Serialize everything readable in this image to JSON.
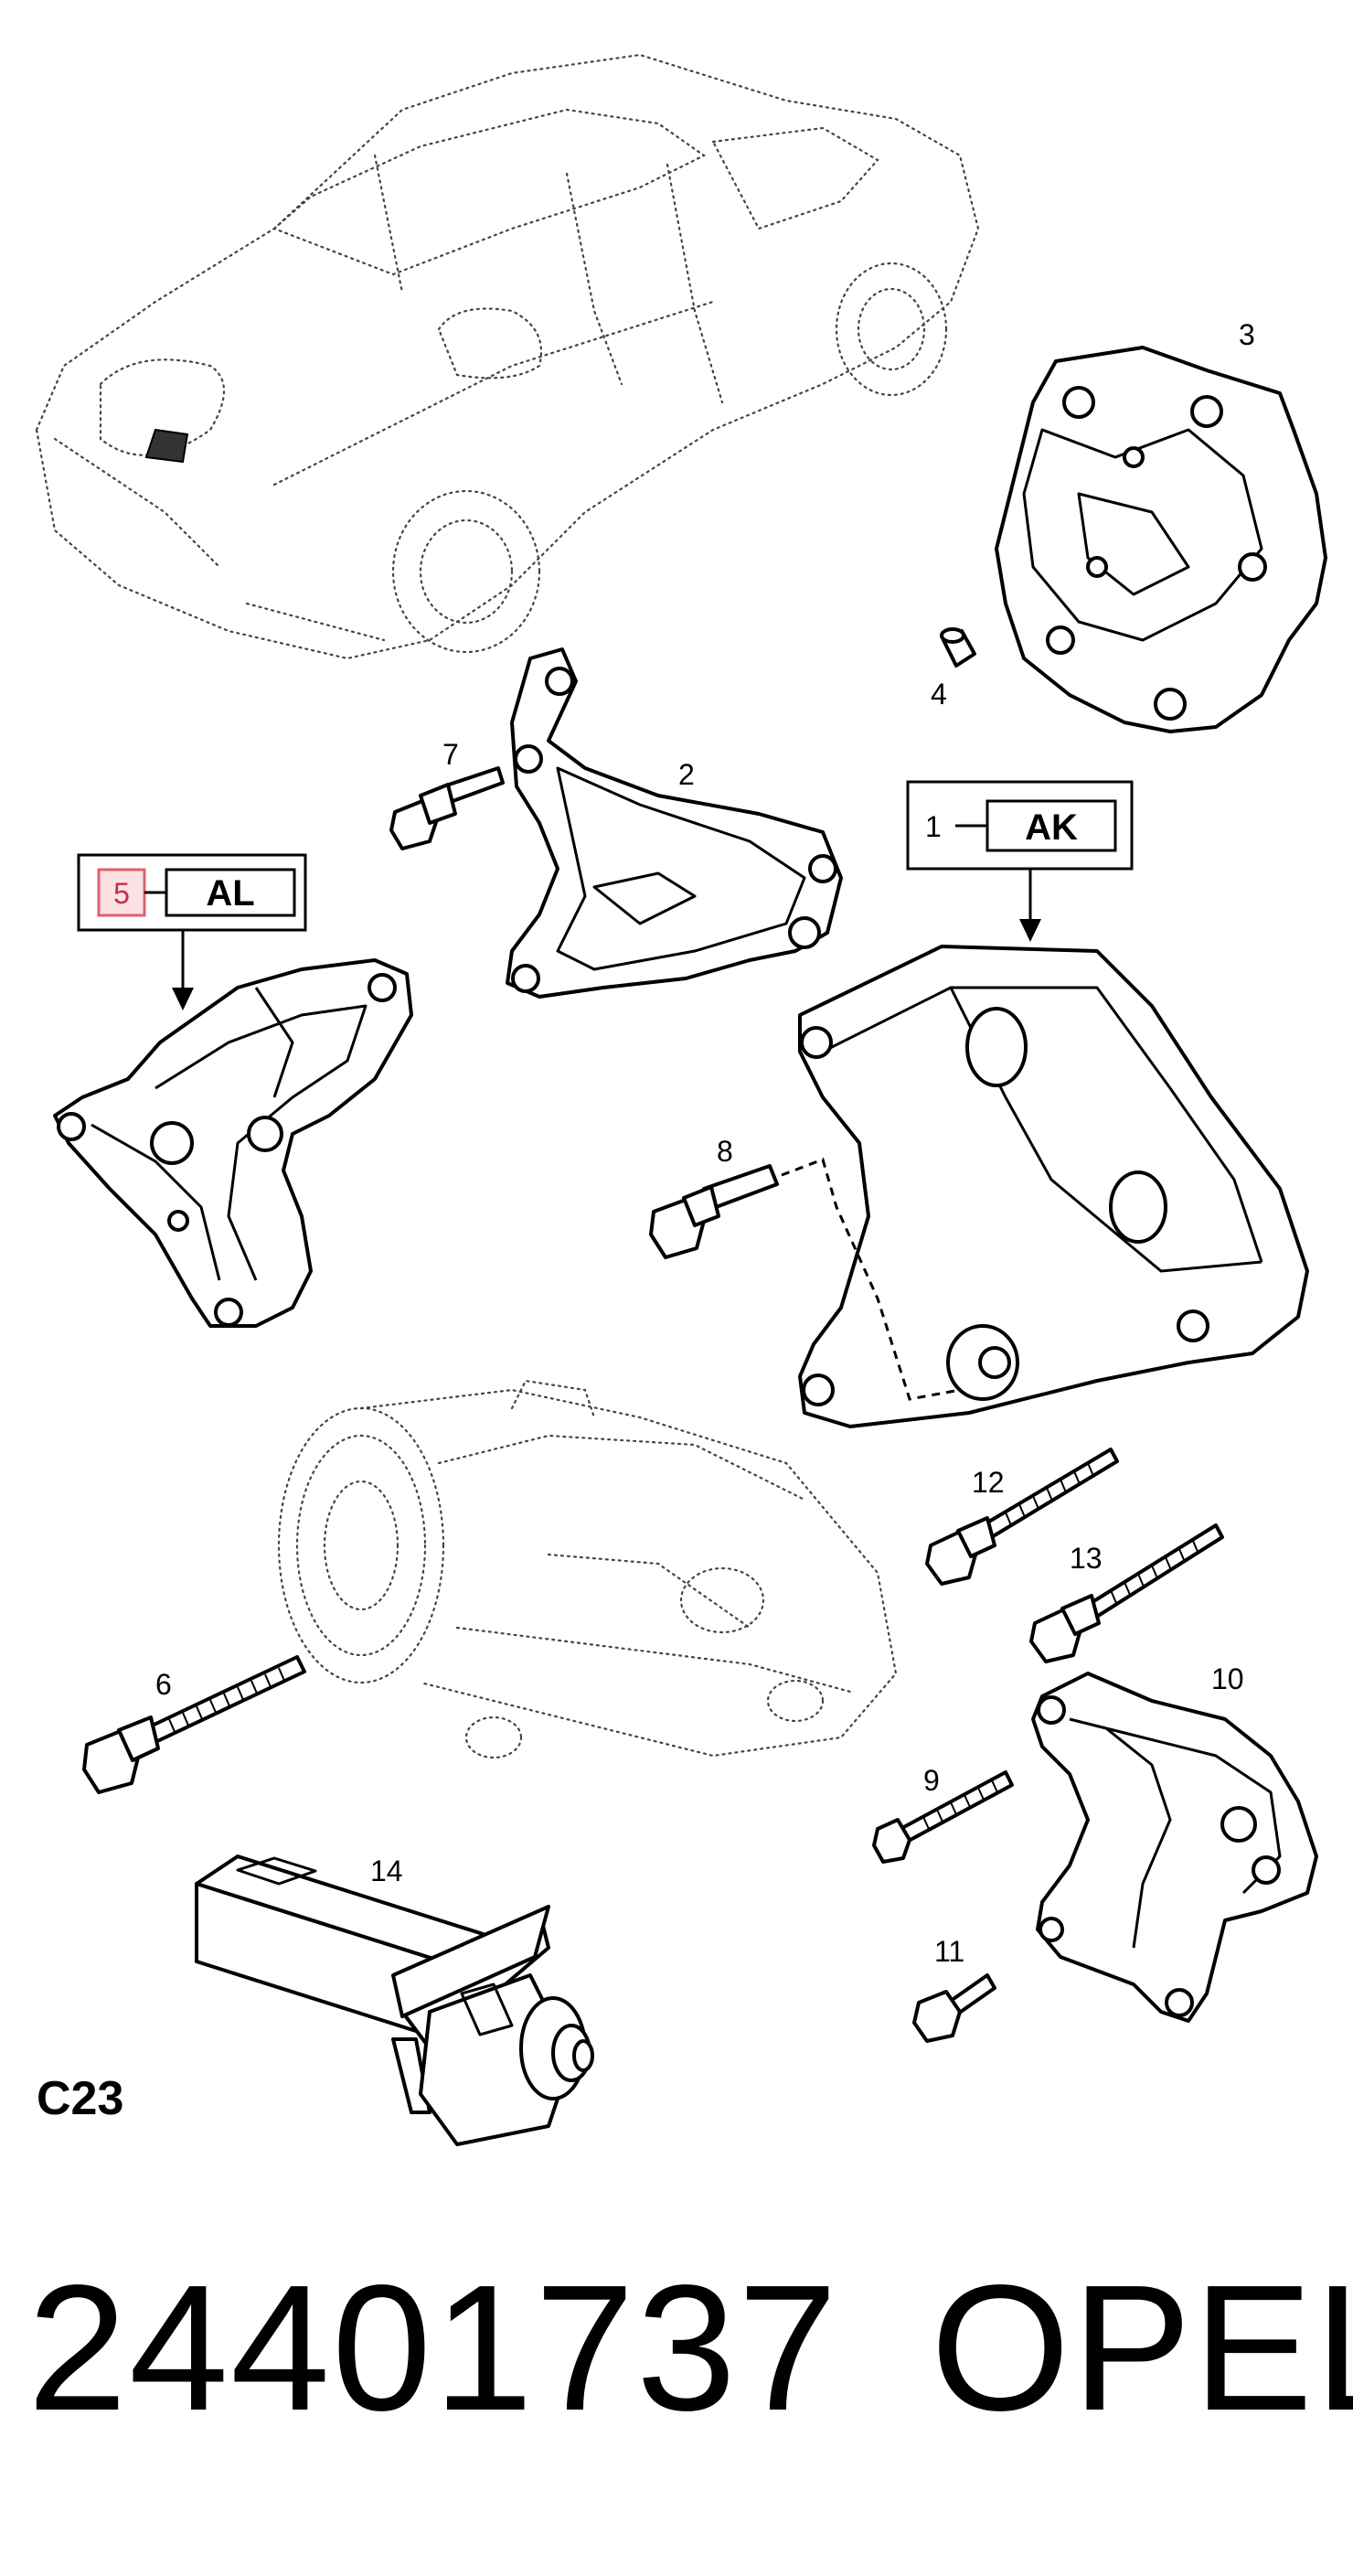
{
  "callouts": {
    "c1": "1",
    "c2": "2",
    "c3": "3",
    "c4": "4",
    "c5": "5",
    "c6": "6",
    "c7": "7",
    "c8": "8",
    "c9": "9",
    "c10": "10",
    "c11": "11",
    "c12": "12",
    "c13": "13",
    "c14": "14"
  },
  "boxes": {
    "ak": "AK",
    "al": "AL"
  },
  "diagram_label": "C23",
  "footer": {
    "part_number": "24401737",
    "brand": "OPEL"
  },
  "colors": {
    "line": "#000000",
    "ghost": "#444444",
    "highlight": "#e06070",
    "highlight_fill": "#fbe0e4"
  }
}
